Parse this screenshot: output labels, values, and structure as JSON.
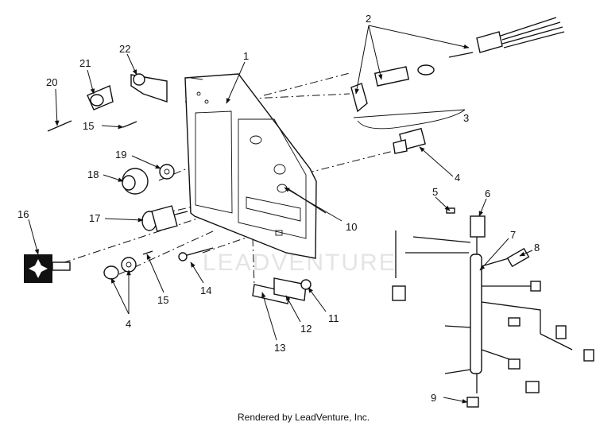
{
  "watermark": "LEADVENTURE",
  "footer": "Rendered by LeadVenture, Inc.",
  "callouts": {
    "c1": "1",
    "c2": "2",
    "c3": "3",
    "c4a": "4",
    "c4b": "4",
    "c5": "5",
    "c6": "6",
    "c7": "7",
    "c8": "8",
    "c9": "9",
    "c10": "10",
    "c11": "11",
    "c12": "12",
    "c13": "13",
    "c14": "14",
    "c15a": "15",
    "c15b": "15",
    "c16": "16",
    "c17": "17",
    "c18": "18",
    "c19": "19",
    "c20": "20",
    "c21": "21",
    "c22": "22"
  }
}
